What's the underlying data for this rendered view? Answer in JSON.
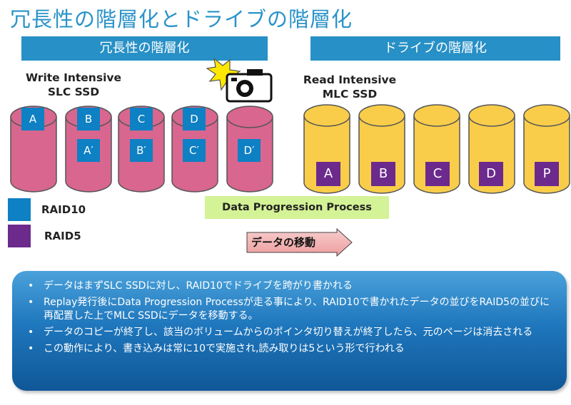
{
  "title": "冗長性の階層化とドライブの階層化",
  "headers": {
    "left": "冗長性の階層化",
    "right": "ドライブの階層化"
  },
  "tiers": {
    "slc": {
      "line1": "Write Intensive",
      "line2": "SLC SSD"
    },
    "mlc": {
      "line1": "Read Intensive",
      "line2": "MLC SSD"
    }
  },
  "slc_blocks": {
    "a": "A",
    "b": "B",
    "c": "C",
    "d": "D",
    "b2": "A′",
    "c2": "B′",
    "d2": "C′",
    "e2": "D′"
  },
  "mlc_blocks": [
    "A",
    "B",
    "C",
    "D",
    "P"
  ],
  "legend": {
    "raid10": "RAID10",
    "raid5": "RAID5"
  },
  "process_label": "Data Progression Process",
  "arrow_label": "データの移動",
  "bullets": [
    "データはまずSLC SSDに対し、RAID10でドライブを跨がり書かれる",
    "Replay発行後にData Progression Processが走る事により、RAID10で書かれたデータの並びをRAID5の並びに再配置した上でMLC SSDにデータを移動する。",
    "データのコピーが終了し、該当のボリュームからのポインタ切り替えが終了したら、元のページは消去される",
    "この動作により、書き込みは常に10で実施され,読み取りは5という形で行われる"
  ],
  "colors": {
    "raid10": "#0e80c4",
    "raid5": "#6c2a8c",
    "slc_disk": "#d8668f",
    "mlc_disk": "#f9cd4a",
    "header": "#2790c6",
    "process": "#d4f296",
    "arrow": "#f3b6b7"
  },
  "icons": {
    "camera": "camera-icon",
    "flash": "flash-icon"
  }
}
